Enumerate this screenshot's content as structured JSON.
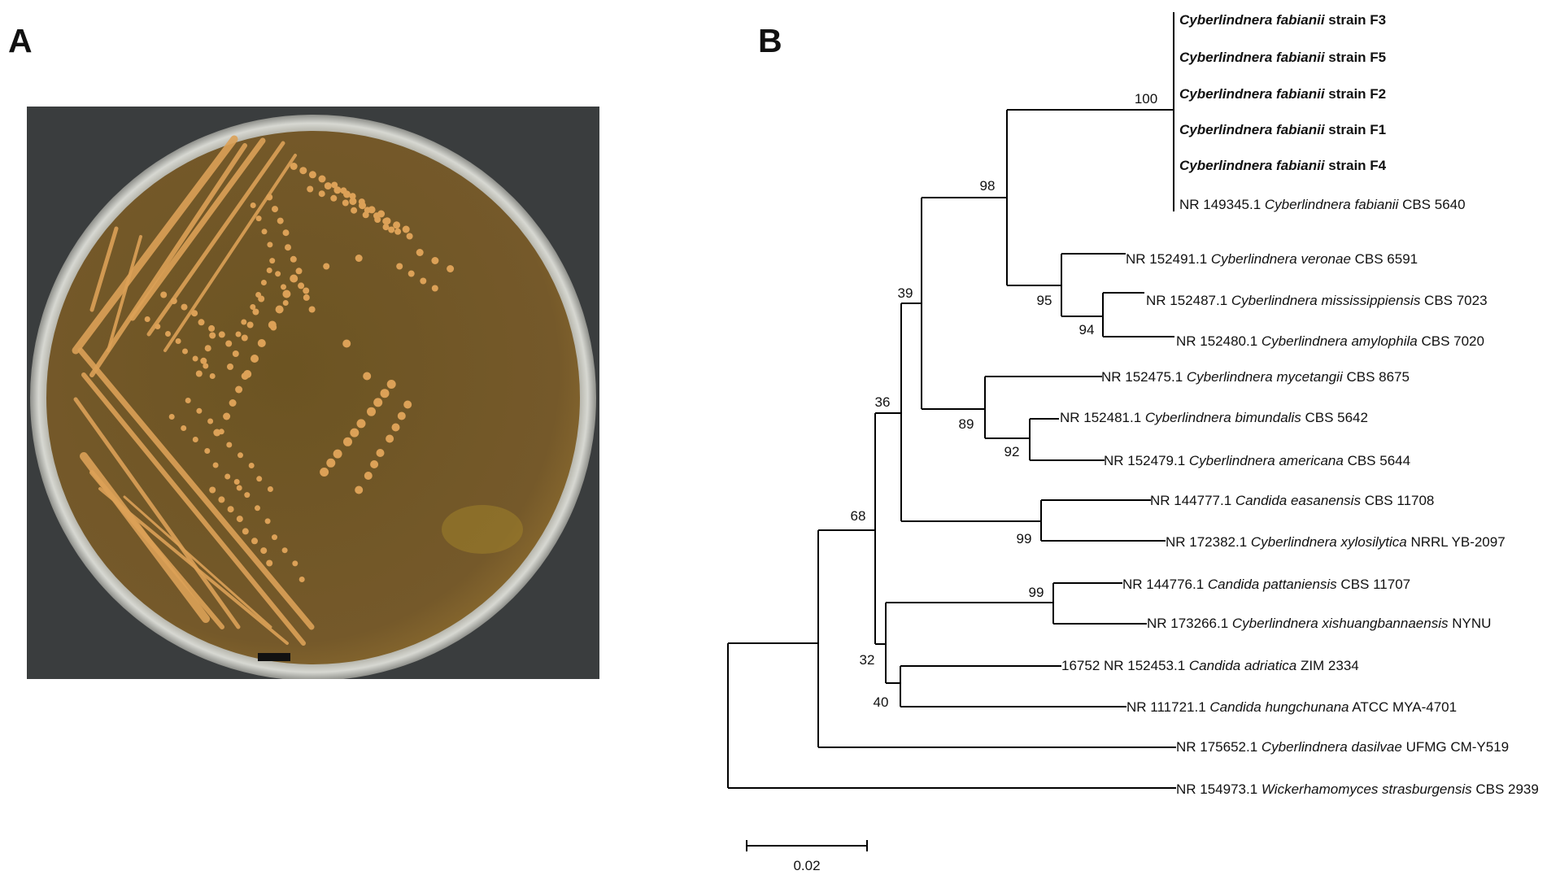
{
  "panels": {
    "a_label": "A",
    "b_label": "B"
  },
  "colors": {
    "background": "#ffffff",
    "plate_backdrop": "#3a3d3e",
    "agar": "#6f5624",
    "colony": "#dca157",
    "rim": "#c9cac6",
    "tree_line": "#000000"
  },
  "tree": {
    "scale_bar_label": "0.02",
    "leaves": [
      {
        "id": "f3",
        "accession": "",
        "genus_species": "Cyberlindnera fabianii",
        "suffix": "strain F3",
        "bold": true
      },
      {
        "id": "f5",
        "accession": "",
        "genus_species": "Cyberlindnera fabianii",
        "suffix": "strain F5",
        "bold": true
      },
      {
        "id": "f2",
        "accession": "",
        "genus_species": "Cyberlindnera fabianii",
        "suffix": "strain F2",
        "bold": true
      },
      {
        "id": "f1",
        "accession": "",
        "genus_species": "Cyberlindnera fabianii",
        "suffix": "strain F1",
        "bold": true
      },
      {
        "id": "f4",
        "accession": "",
        "genus_species": "Cyberlindnera fabianii",
        "suffix": "strain F4",
        "bold": true
      },
      {
        "id": "fab_ref",
        "accession": "NR 149345.1",
        "genus_species": "Cyberlindnera fabianii",
        "suffix": "CBS 5640",
        "bold": false
      },
      {
        "id": "veronae",
        "accession": "NR 152491.1",
        "genus_species": "Cyberlindnera veronae",
        "suffix": "CBS 6591",
        "bold": false
      },
      {
        "id": "miss",
        "accession": "NR 152487.1",
        "genus_species": "Cyberlindnera mississippiensis",
        "suffix": "CBS 7023",
        "bold": false
      },
      {
        "id": "amylo",
        "accession": "NR 152480.1",
        "genus_species": "Cyberlindnera amylophila",
        "suffix": "CBS 7020",
        "bold": false
      },
      {
        "id": "myce",
        "accession": "NR 152475.1",
        "genus_species": "Cyberlindnera mycetangii",
        "suffix": "CBS 8675",
        "bold": false
      },
      {
        "id": "bimu",
        "accession": "NR 152481.1",
        "genus_species": "Cyberlindnera bimundalis",
        "suffix": "CBS 5642",
        "bold": false
      },
      {
        "id": "amer",
        "accession": "NR 152479.1",
        "genus_species": "Cyberlindnera americana",
        "suffix": "CBS 5644",
        "bold": false
      },
      {
        "id": "easa",
        "accession": "NR 144777.1",
        "genus_species": "Candida easanensis",
        "suffix": "CBS 11708",
        "bold": false
      },
      {
        "id": "xylo",
        "accession": "NR 172382.1",
        "genus_species": "Cyberlindnera xylosilytica",
        "suffix": "NRRL YB-2097",
        "bold": false
      },
      {
        "id": "patt",
        "accession": "NR 144776.1",
        "genus_species": "Candida pattaniensis",
        "suffix": "CBS 11707",
        "bold": false
      },
      {
        "id": "xish",
        "accession": "NR 173266.1",
        "genus_species": "Cyberlindnera xishuangbannaensis",
        "suffix": "NYNU",
        "bold": false
      },
      {
        "id": "adri",
        "accession": "16752 NR 152453.1",
        "genus_species": "Candida adriatica",
        "suffix": " ZIM 2334",
        "bold": false
      },
      {
        "id": "hung",
        "accession": "NR 111721.1",
        "genus_species": "Candida hungchunana",
        "suffix": "ATCC MYA-4701",
        "bold": false
      },
      {
        "id": "dasi",
        "accession": "NR 175652.1",
        "genus_species": "Cyberlindnera dasilvae",
        "suffix": "UFMG CM-Y519",
        "bold": false
      },
      {
        "id": "stra",
        "accession": "NR 154973.1",
        "genus_species": "Wickerhamomyces strasburgensis",
        "suffix": "CBS 2939",
        "bold": false
      }
    ],
    "bootstrap": [
      {
        "node": "fabianii_clade",
        "value": "100"
      },
      {
        "node": "fabianii_plus_veronae",
        "value": "98"
      },
      {
        "node": "veronae_clade",
        "value": "95"
      },
      {
        "node": "miss_amylo",
        "value": "94"
      },
      {
        "node": "cyber_core",
        "value": "39"
      },
      {
        "node": "myce_clade",
        "value": "89"
      },
      {
        "node": "bimu_amer",
        "value": "92"
      },
      {
        "node": "core_plus_easa",
        "value": "36"
      },
      {
        "node": "easa_xylo",
        "value": "99"
      },
      {
        "node": "ingroup",
        "value": "68"
      },
      {
        "node": "patt_xish",
        "value": "99"
      },
      {
        "node": "candida_group",
        "value": "32"
      },
      {
        "node": "adri_hung",
        "value": "40"
      }
    ]
  }
}
